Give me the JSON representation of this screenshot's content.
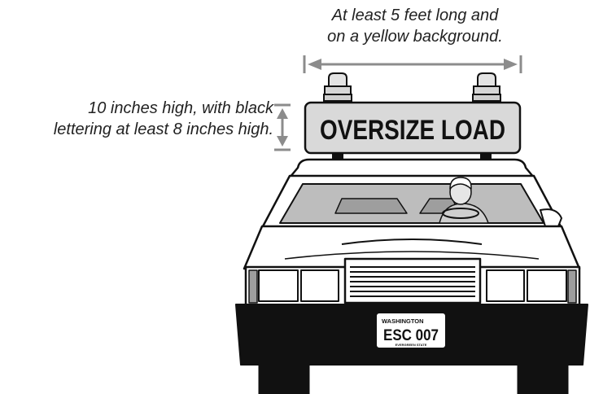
{
  "annotations": {
    "length_line1": "At least 5 feet long and",
    "length_line2": "on a yellow background.",
    "height_line1": "10 inches high, with black",
    "height_line2": "lettering at least 8 inches high."
  },
  "sign": {
    "text": "OVERSIZE LOAD"
  },
  "plate": {
    "state": "WASHINGTON",
    "number": "ESC 007",
    "footer": "EVERGREEN STATE"
  },
  "colors": {
    "sign_fill": "#d9d9d9",
    "arrow": "#8c8c8c",
    "ink": "#111111",
    "glass": "#bdbdbd"
  }
}
